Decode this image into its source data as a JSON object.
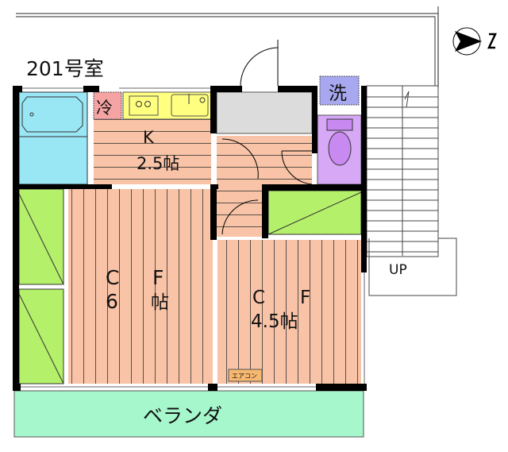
{
  "unit_title": "201号室",
  "rooms": {
    "kitchen": {
      "type": "K",
      "size": "2.5帖"
    },
    "western_6": {
      "c": "C",
      "f": "F",
      "size": "6",
      "unit": "帖"
    },
    "western_45": {
      "c": "C",
      "f": "F",
      "size": "4.5帖"
    },
    "veranda": "ベランダ"
  },
  "fixtures": {
    "fridge": "冷",
    "washer": "洗",
    "aircon": "エアコン"
  },
  "stairs_label": "UP",
  "icons": {
    "compass": "north-arrow-icon"
  },
  "colors": {
    "floor": "#f8c3a6",
    "bath": "#99e6f5",
    "fridge": "#f5a3a3",
    "kitchen_counter": "#ffff80",
    "closet_storage": "#dcdcdc",
    "toilet": "#d6a8f5",
    "washer": "#a8a8f0",
    "closet_green": "#b4f06a",
    "veranda": "#a6f7cc",
    "aircon": "#f7b870",
    "wall": "#000000"
  }
}
